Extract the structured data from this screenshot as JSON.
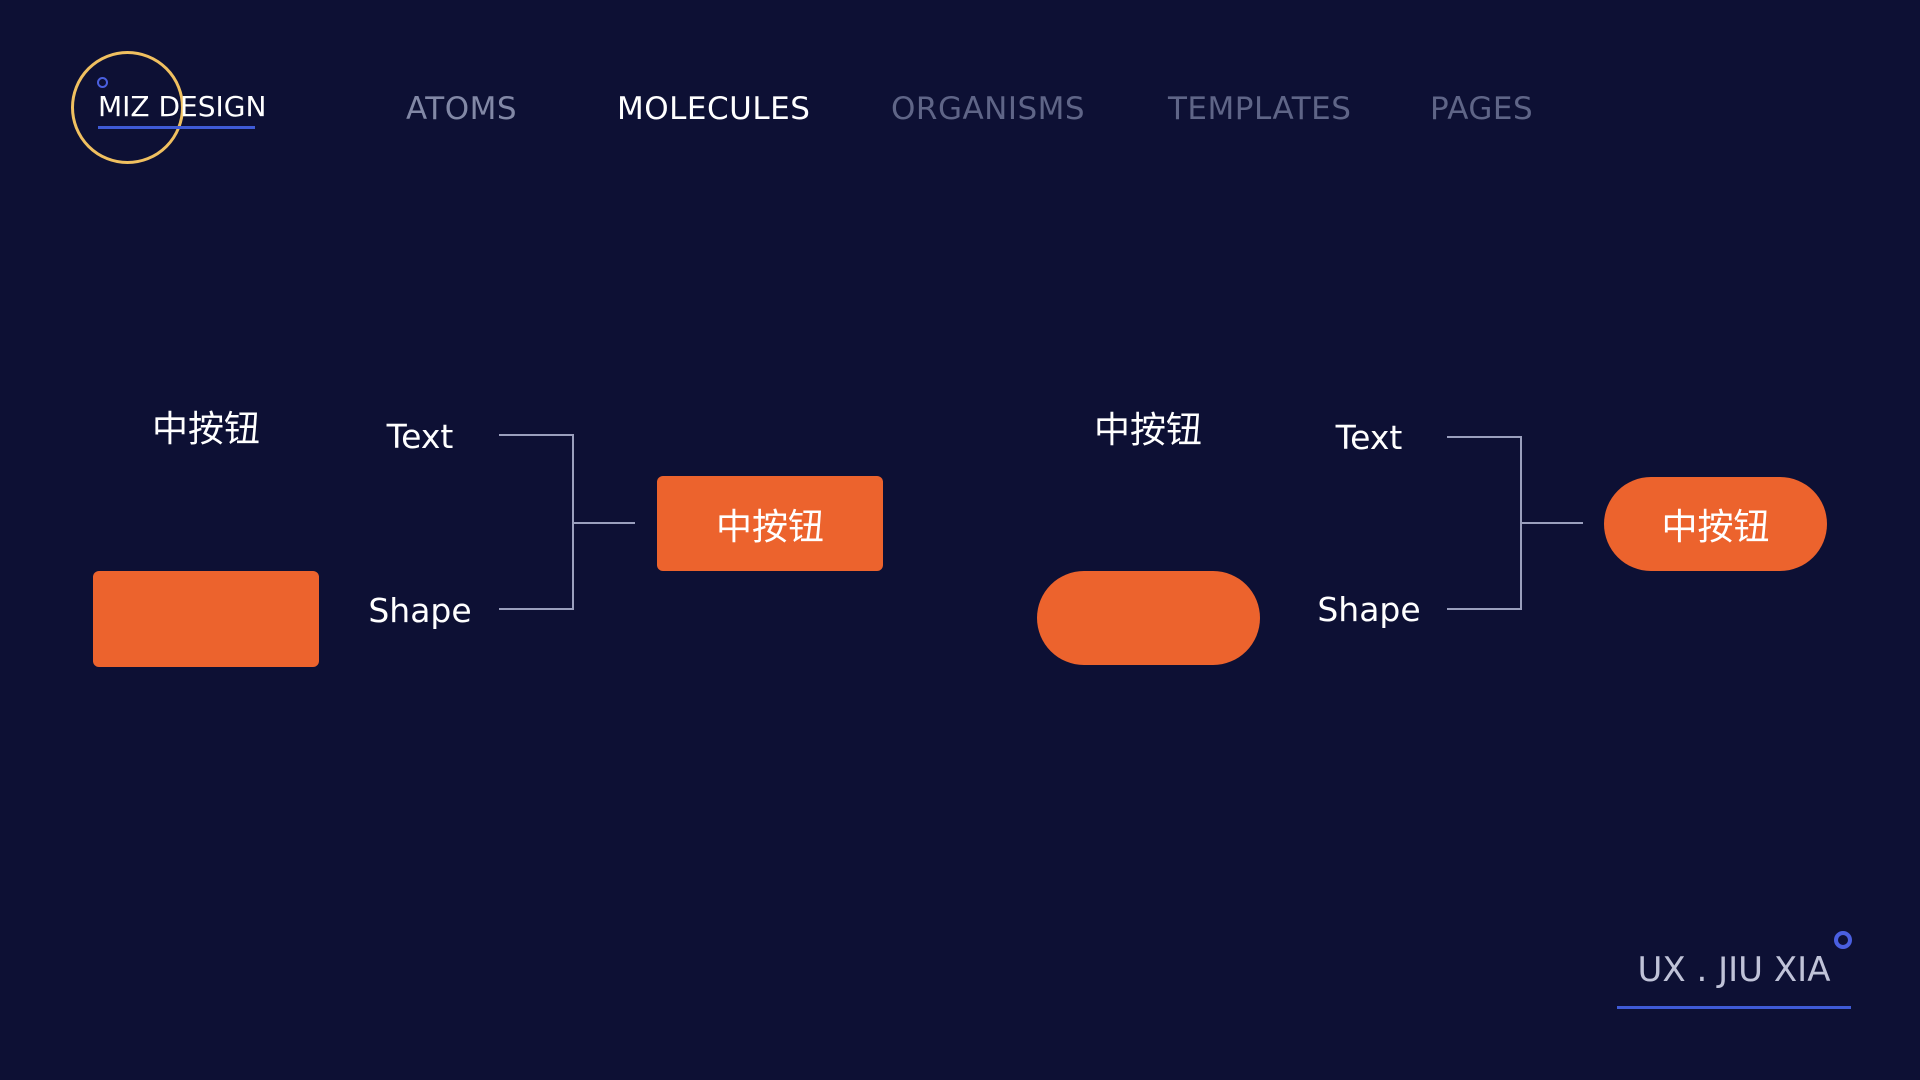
{
  "brand": {
    "logo_text": "MIZ DESIGN",
    "footer_text": "UX . JIU XIA"
  },
  "nav": {
    "items": [
      {
        "label": "ATOMS"
      },
      {
        "label": "MOLECULES"
      },
      {
        "label": "ORGANISMS"
      },
      {
        "label": "TEMPLATES"
      },
      {
        "label": "PAGES"
      }
    ],
    "active_index": 1
  },
  "diagrams": [
    {
      "title": "中按钮",
      "text_label": "Text",
      "shape_label": "Shape",
      "shape_style": "rectangle",
      "result_button_label": "中按钮"
    },
    {
      "title": "中按钮",
      "text_label": "Text",
      "shape_label": "Shape",
      "shape_style": "pill",
      "result_button_label": "中按钮"
    }
  ],
  "colors": {
    "background": "#0d1034",
    "accent_orange": "#ec632d",
    "accent_blue": "#3f5bd6",
    "logo_ring": "#f0c060"
  }
}
